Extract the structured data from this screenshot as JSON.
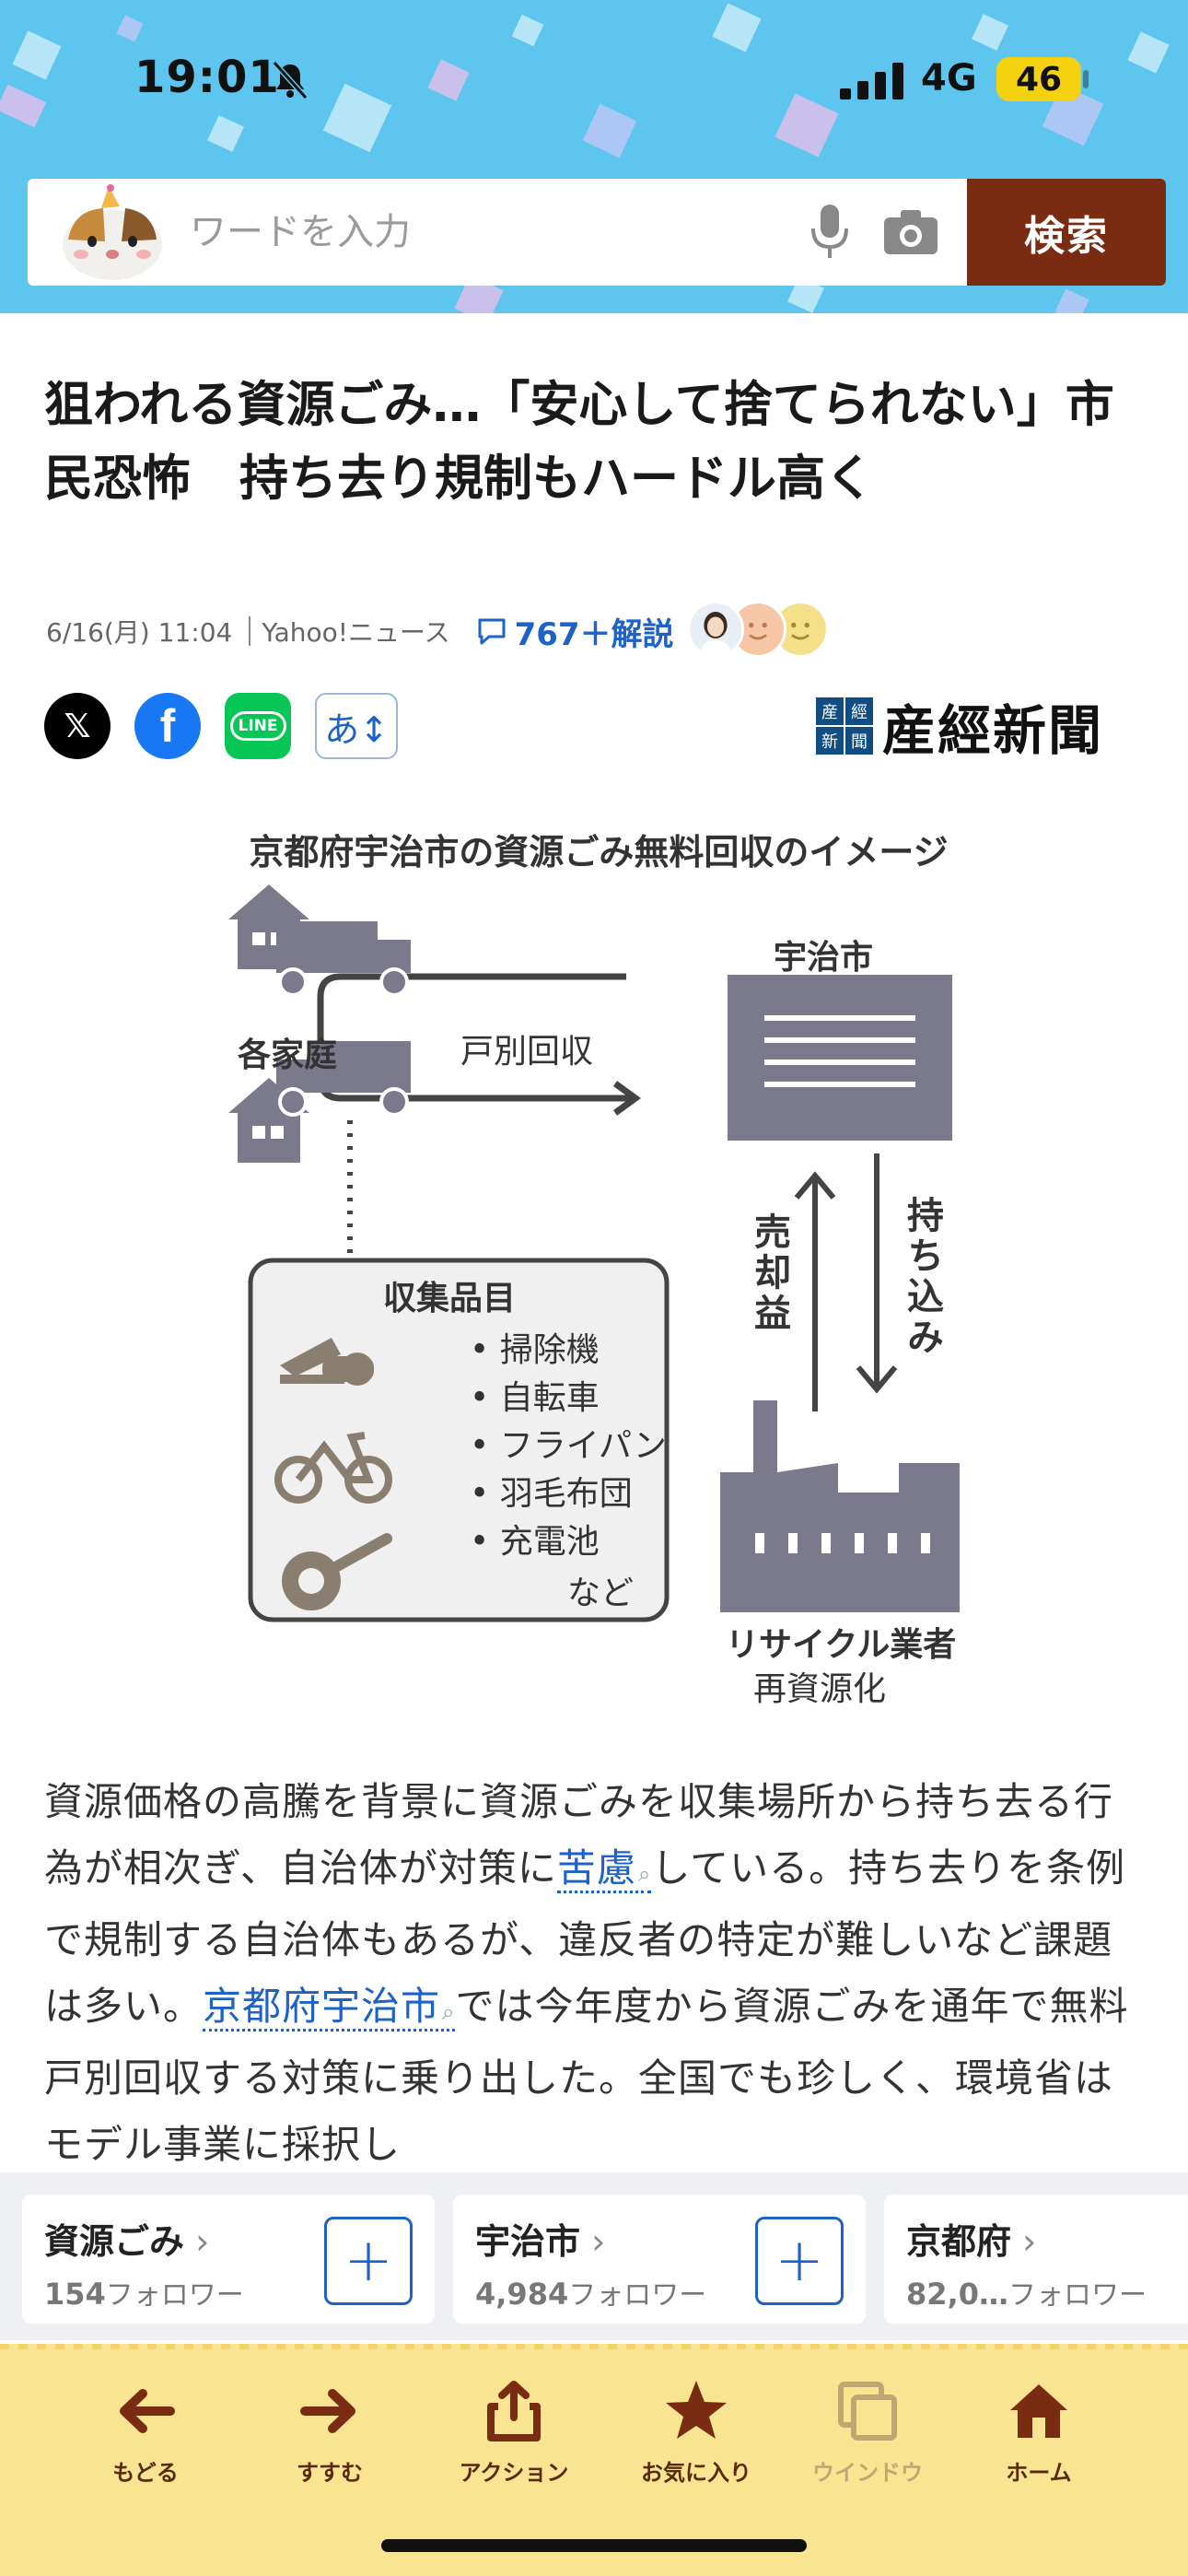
{
  "status_bar": {
    "time": "19:01",
    "network": "4G",
    "battery": "46"
  },
  "search": {
    "placeholder": "ワードを入力",
    "button_label": "検索"
  },
  "article": {
    "title": "狙われる資源ごみ…「安心して捨てられない」市民恐怖　持ち去り規制もハードル高く",
    "date": "6/16(月) 11:04",
    "source": "Yahoo!ニュース",
    "comments": "767＋解説",
    "font_size_label": "あ↕",
    "publisher": "産經新聞",
    "publisher_seal": [
      "産",
      "經",
      "新",
      "聞"
    ]
  },
  "figure": {
    "title": "京都府宇治市の資源ごみ無料回収のイメージ",
    "households_label": "各家庭",
    "collection_label": "戸別回収",
    "city_label": "宇治市",
    "profit_label": "売却益",
    "bring_label": "持ち込み",
    "items_title": "収集品目",
    "items": [
      "掃除機",
      "自転車",
      "フライパン",
      "羽毛布団",
      "充電池"
    ],
    "items_etc": "など",
    "recycler_label": "リサイクル業者",
    "recycler_sub": "再資源化"
  },
  "body": {
    "p1": "資源価格の高騰を背景に資源ごみを収集場所から持ち去る行為が相次ぎ、自治体が対策に",
    "kw1": "苦慮",
    "p2": "している。持ち去りを条例で規制する自治体もあるが、違反者の特定が難しいなど課題は多い。",
    "kw2": "京都府宇治市",
    "p3": "では今年度から資源ごみを通年で無料戸別回収する対策に乗り出した。全国でも珍しく、環境省はモデル事業に採択し"
  },
  "follow": [
    {
      "name": "資源ごみ",
      "count": "154",
      "suffix": "フォロワー"
    },
    {
      "name": "宇治市",
      "count": "4,984",
      "suffix": "フォロワー"
    },
    {
      "name": "京都府",
      "count": "82,0…",
      "suffix": "フォロワー"
    }
  ],
  "toolbar": {
    "back": "もどる",
    "forward": "すすむ",
    "action": "アクション",
    "favorites": "お気に入り",
    "window": "ウインドウ",
    "home": "ホーム"
  },
  "colors": {
    "header_bg": "#5ec6ee",
    "search_button": "#7a2c12",
    "link_blue": "#1e61c8",
    "toolbar_bg": "#f9e491",
    "battery": "#f5d20f"
  }
}
